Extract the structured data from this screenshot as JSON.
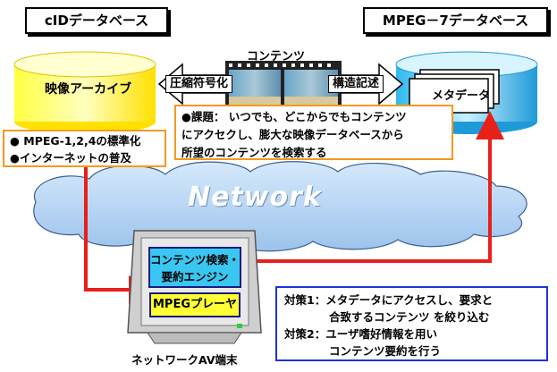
{
  "left_db": {
    "title": "cIDデータベース",
    "archive_label": "映像アーカイブ"
  },
  "right_db": {
    "title": "MPEG－7データベース",
    "metadata_label": "メタデータ"
  },
  "contents": {
    "label": "コンテンツ",
    "left_arrow_label": "圧縮符号化",
    "right_arrow_label": "構造記述"
  },
  "issue": {
    "text": "●課題： いつでも、どこからでもコンテンツ\nにアクセクし、膨大な映像データベースから\n所望のコンテンツを検索する"
  },
  "standards": {
    "text": "● MPEG-1,2,4の標準化\n●インターネットの普及"
  },
  "network_label": "Network",
  "terminal": {
    "search_label": "コンテンツ検索・\n要約エンジン",
    "player_label": "MPEGプレーヤ",
    "caption": "ネットワークAV端末"
  },
  "measures": {
    "text": "対策1：メタデータにアクセスし、要求と\n　　　　合致するコンテンツ を絞り込む\n対策2：ユーザ嗜好情報を用い\n　　　　コンテンツ要約を行う"
  },
  "colors": {
    "arrow_red": "#e8201a",
    "orange": "#f39a1e",
    "blue": "#1e32d8",
    "archive_yellow": "#ffff33",
    "meta_cyan": "#39c6f1"
  }
}
